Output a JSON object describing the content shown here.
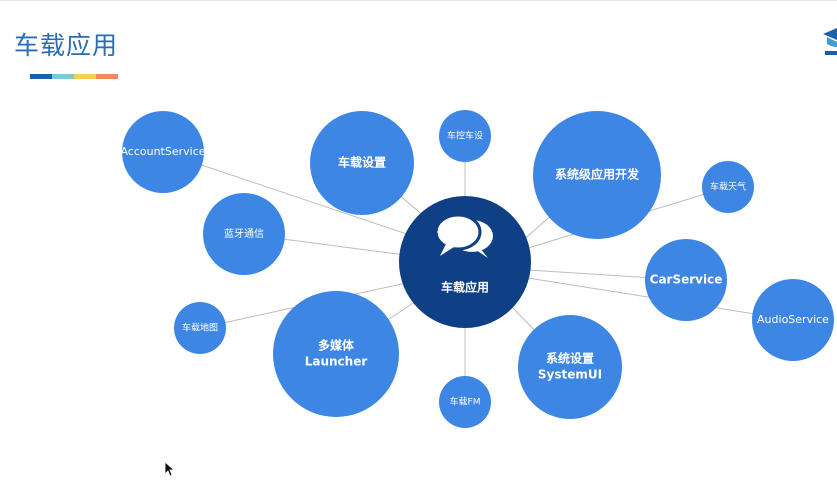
{
  "header": {
    "title": "车载应用",
    "accent_colors": [
      "#1f5fa8",
      "#7ec8d6",
      "#f7cd52",
      "#ef8a64"
    ],
    "logo_icon": "mortarboard-logo-icon"
  },
  "diagram": {
    "center": {
      "label": "车载应用",
      "icon": "chat-bubbles-icon",
      "color": "#0f3f84"
    },
    "node_color": "#3d86e4",
    "edge_color": "#bcbcbc",
    "nodes": [
      {
        "id": "account-service",
        "lines": [
          "AccountService"
        ]
      },
      {
        "id": "car-settings",
        "lines": [
          "车载设置"
        ]
      },
      {
        "id": "car-control",
        "lines": [
          "车控车设"
        ]
      },
      {
        "id": "system-app-dev",
        "lines": [
          "系统级应用开发"
        ]
      },
      {
        "id": "car-weather",
        "lines": [
          "车载天气"
        ]
      },
      {
        "id": "bluetooth-call",
        "lines": [
          "蓝牙通信"
        ]
      },
      {
        "id": "car-service",
        "lines": [
          "CarService"
        ]
      },
      {
        "id": "audio-service",
        "lines": [
          "AudioService"
        ]
      },
      {
        "id": "car-map",
        "lines": [
          "车载地图"
        ]
      },
      {
        "id": "multimedia-launcher",
        "lines": [
          "多媒体",
          "Launcher"
        ]
      },
      {
        "id": "car-fm",
        "lines": [
          "车载FM"
        ]
      },
      {
        "id": "systemui",
        "lines": [
          "系统设置",
          "SystemUI"
        ]
      }
    ]
  }
}
